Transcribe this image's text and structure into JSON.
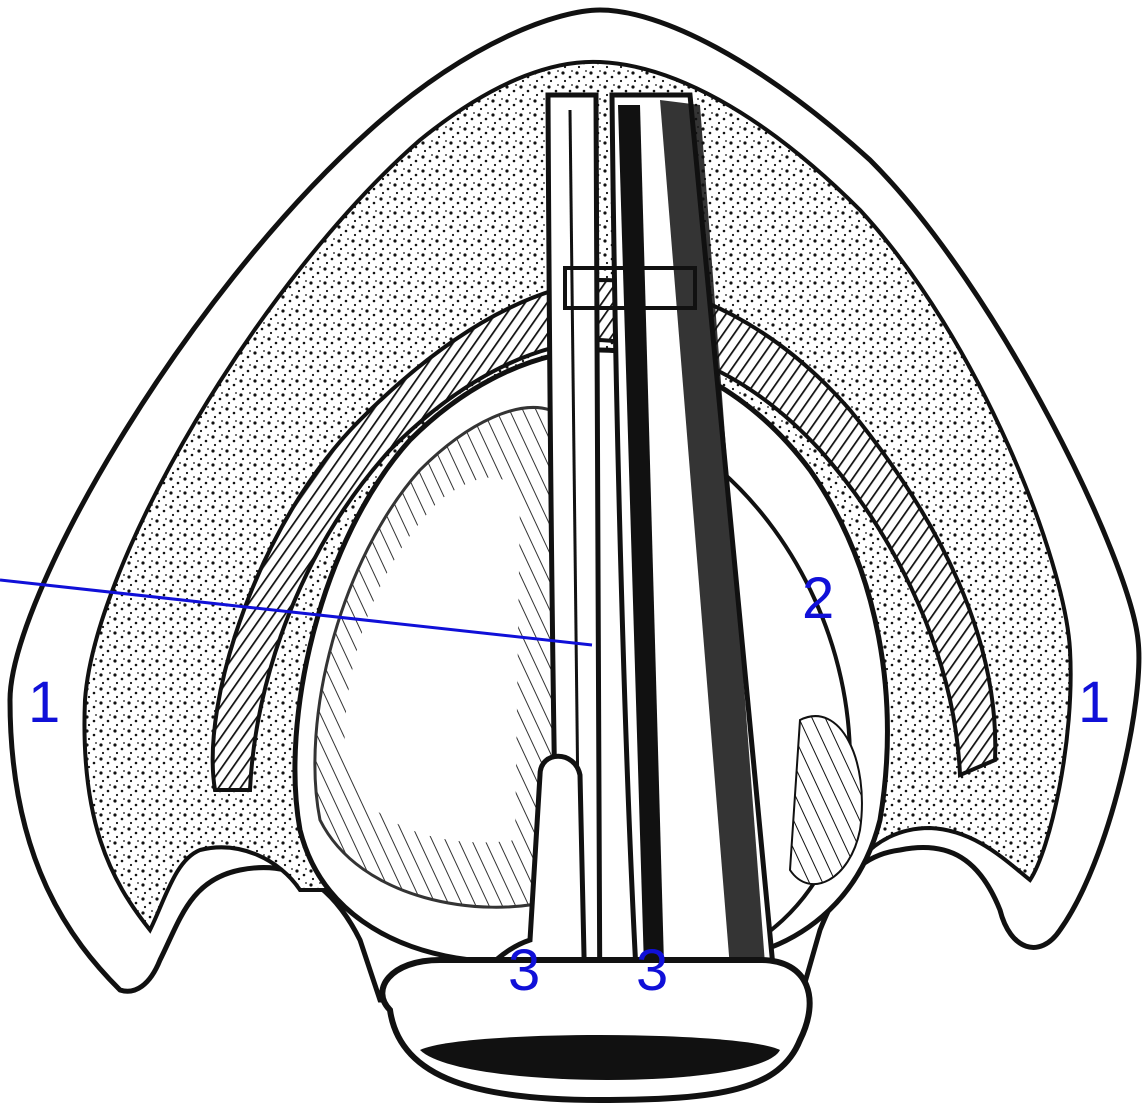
{
  "diagram": {
    "label_color": "#1010d8",
    "ink_color": "#111111",
    "labels": [
      {
        "id": "left-1",
        "text": "1"
      },
      {
        "id": "right-1",
        "text": "1"
      },
      {
        "id": "two",
        "text": "2"
      },
      {
        "id": "left-3",
        "text": "3"
      },
      {
        "id": "right-3",
        "text": "3"
      }
    ]
  }
}
